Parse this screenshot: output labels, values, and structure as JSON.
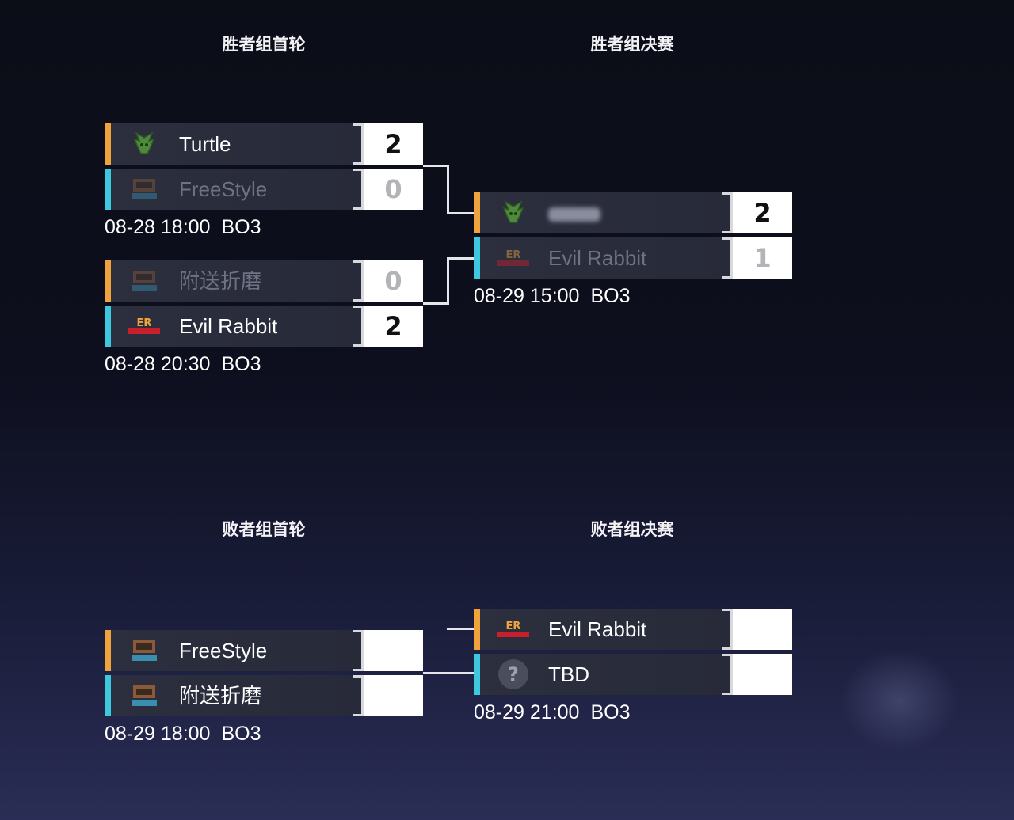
{
  "rounds": {
    "wb_r1": "胜者组首轮",
    "wb_final": "胜者组决赛",
    "lb_r1": "败者组首轮",
    "lb_final": "败者组决赛"
  },
  "matches": {
    "wb1": {
      "team1": {
        "name": "Turtle",
        "score": "2",
        "logo": "turtle-logo"
      },
      "team2": {
        "name": "FreeStyle",
        "score": "0",
        "logo": "freestyle-logo"
      },
      "time": "08-28 18:00",
      "format": "BO3"
    },
    "wb2": {
      "team1": {
        "name": "附送折磨",
        "score": "0",
        "logo": "freestyle-logo"
      },
      "team2": {
        "name": "Evil Rabbit",
        "score": "2",
        "logo": "evil-rabbit-logo"
      },
      "time": "08-28 20:30",
      "format": "BO3"
    },
    "wbf": {
      "team1": {
        "name": "",
        "score": "2",
        "logo": "turtle-logo"
      },
      "team2": {
        "name": "Evil Rabbit",
        "score": "1",
        "logo": "evil-rabbit-logo"
      },
      "time": "08-29 15:00",
      "format": "BO3"
    },
    "lb1": {
      "team1": {
        "name": "FreeStyle",
        "score": "",
        "logo": "freestyle-logo"
      },
      "team2": {
        "name": "附送折磨",
        "score": "",
        "logo": "freestyle-logo"
      },
      "time": "08-29 18:00",
      "format": "BO3"
    },
    "lbf": {
      "team1": {
        "name": "Evil Rabbit",
        "score": "",
        "logo": "evil-rabbit-logo"
      },
      "team2": {
        "name": "TBD",
        "score": "",
        "logo": "question-icon",
        "icon_text": "?"
      },
      "time": "08-29 21:00",
      "format": "BO3"
    }
  },
  "colors": {
    "accent_orange": "#f0a33d",
    "accent_cyan": "#3dc8e0"
  }
}
